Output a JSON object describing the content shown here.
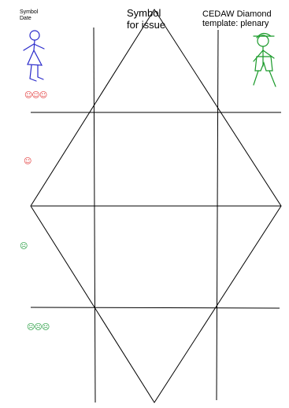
{
  "labels": {
    "symbol_date": "Symbol\nDate",
    "symbol_for_issue": "Symbol\nfor issue",
    "template_title": "CEDAW Diamond\ntemplate:  plenary"
  },
  "faces": {
    "very_happy": "☺☺☺",
    "happy": "☺",
    "sad": "☹",
    "very_sad": "☹☹☹"
  },
  "colors": {
    "ink": "#000000",
    "figure_left": "#2a2acb",
    "figure_right": "#1a9a2a",
    "happy_face": "#e23a3a",
    "sad_face": "#1e9a3a"
  }
}
